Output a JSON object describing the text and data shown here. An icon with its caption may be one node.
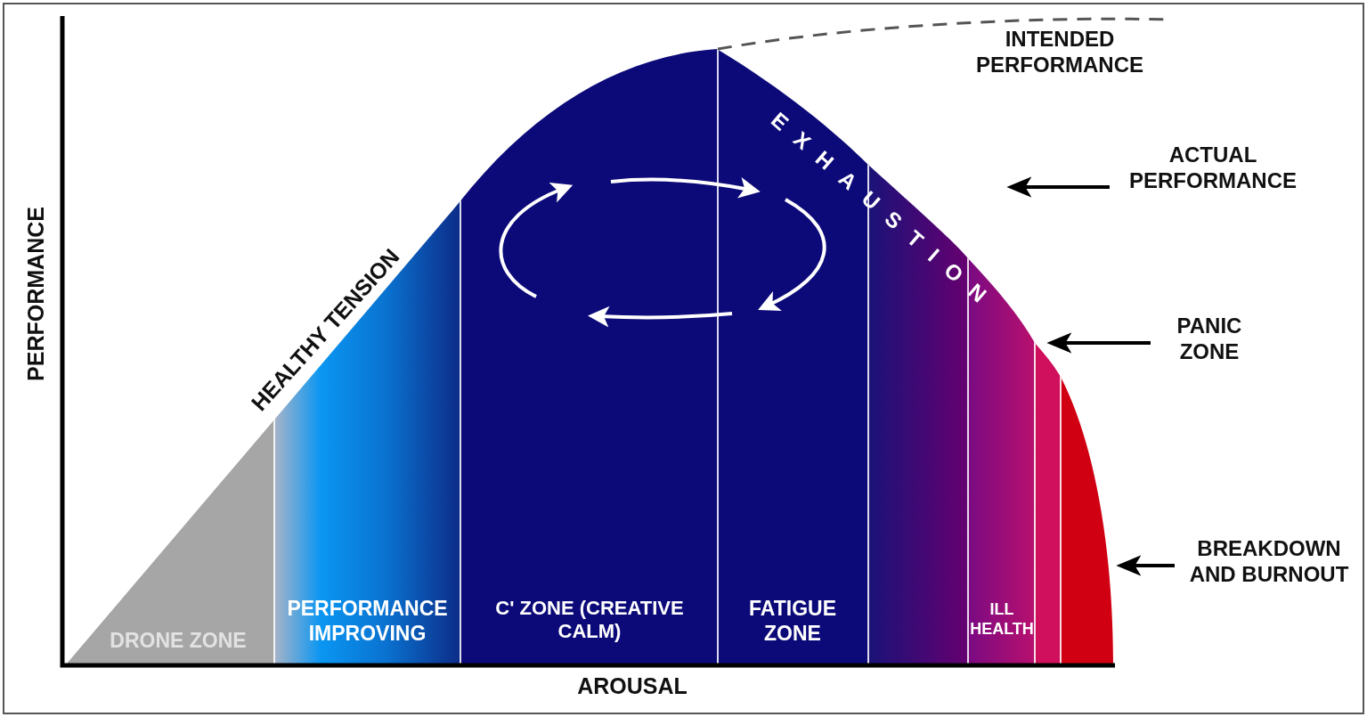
{
  "diagram": {
    "nodes": [
      {
        "text": [
          "ACTUAL PERFORMANCE"
        ]
      },
      {
        "text": [
          "PANIC ZONE"
        ]
      },
      {
        "text": [
          "BREAKDOWN AND BURNOUT"
        ]
      },
      {
        "text": [],
        "shape": "picture"
      }
    ],
    "edges": [
      {
        "from": 0,
        "to": 3,
        "arrow": "to"
      },
      {
        "from": 1,
        "to": 3,
        "arrow": "to"
      },
      {
        "from": 2,
        "to": 3,
        "arrow": "to"
      }
    ],
    "labels": [
      "INTENDED PERFORMANCE",
      "PERFORMANCE",
      "HEALTHY TENSION",
      "EXHAUSTION",
      "DRONE ZONE",
      "PERFORMANCE IMPROVING",
      "C' ZONE (CREATIVE CALM)",
      "FATIGUE ZONE",
      "ILL HEALTH",
      "AROUSAL"
    ]
  }
}
